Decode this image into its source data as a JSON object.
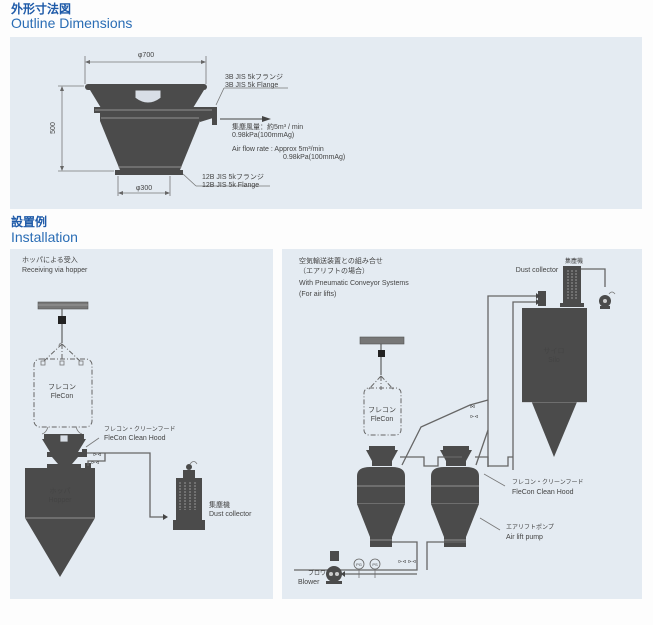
{
  "outline": {
    "title_jp": "外形寸法図",
    "title_en": "Outline Dimensions",
    "dim_top": "φ700",
    "dim_height": "500",
    "dim_bottom": "φ300",
    "flange_top_jp": "3B JIS 5kフランジ",
    "flange_top_en": "3B JIS 5k Flange",
    "airflow_jp": "集塵風量：約5m³ / min",
    "airflow_jp_pressure": "0.98kPa(100mmAg)",
    "airflow_en": "Air flow rate : Approx 5m³/min",
    "airflow_en_pressure": "0.98kPa(100mmAg)",
    "flange_bottom_jp": "12B JIS 5kフランジ",
    "flange_bottom_en": "12B JIS 5k Flange"
  },
  "installation": {
    "title_jp": "設置例",
    "title_en": "Installation",
    "left": {
      "heading_jp": "ホッパによる受入",
      "heading_en": "Receiving via hopper",
      "flecon_jp": "フレコン",
      "flecon_en": "FleCon",
      "hood_jp": "フレコン・クリーンフード",
      "hood_en": "FleCon Clean Hood",
      "hopper_jp": "ホッパ",
      "hopper_en": "Hopper",
      "dust_jp": "集塵機",
      "dust_en": "Dust collector"
    },
    "right": {
      "heading_jp1": "空気輸送装置との組み合せ",
      "heading_jp2": "（エアリフトの場合）",
      "heading_en1": "With Pneumatic Conveyor Systems",
      "heading_en2": "(For air lifts)",
      "dust_jp": "集塵機",
      "dust_en": "Dust collector",
      "silo_jp": "サイロ",
      "silo_en": "Silo",
      "flecon_jp": "フレコン",
      "flecon_en": "FleCon",
      "hood_jp": "フレコン・クリーンフード",
      "hood_en": "FleCon Clean Hood",
      "pump_jp": "エアリフトポンプ",
      "pump_en": "Air lift pump",
      "blower_jp": "ブロワ",
      "blower_en": "Blower",
      "gauge1": "PG",
      "gauge2": "PS"
    }
  }
}
